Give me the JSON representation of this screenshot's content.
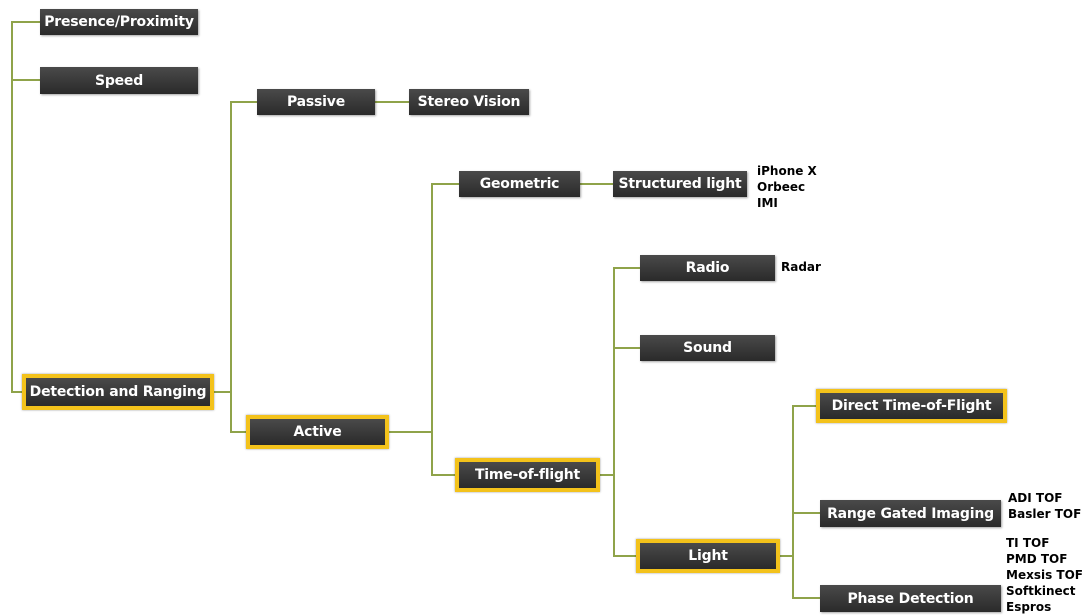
{
  "nodes": {
    "presence": "Presence/Proximity",
    "speed": "Speed",
    "detection": "Detection and Ranging",
    "passive": "Passive",
    "stereo": "Stereo Vision",
    "active": "Active",
    "geometric": "Geometric",
    "structured": "Structured light",
    "tof": "Time-of-flight",
    "radio": "Radio",
    "sound": "Sound",
    "light": "Light",
    "direct_tof": "Direct Time-of-Flight",
    "range_gated": "Range Gated Imaging",
    "phase": "Phase Detection"
  },
  "annotations": {
    "structured": [
      "iPhone X",
      "Orbeec",
      "IMI"
    ],
    "radio": [
      "Radar"
    ],
    "range_gated": [
      "ADI TOF",
      "Basler TOF"
    ],
    "phase": [
      "TI TOF",
      "PMD TOF",
      "Mexsis TOF",
      "Softkinect",
      "Espros"
    ]
  },
  "colors": {
    "node_fill": "#333333",
    "highlight": "#f3c21b",
    "connector": "#8fa34a"
  }
}
